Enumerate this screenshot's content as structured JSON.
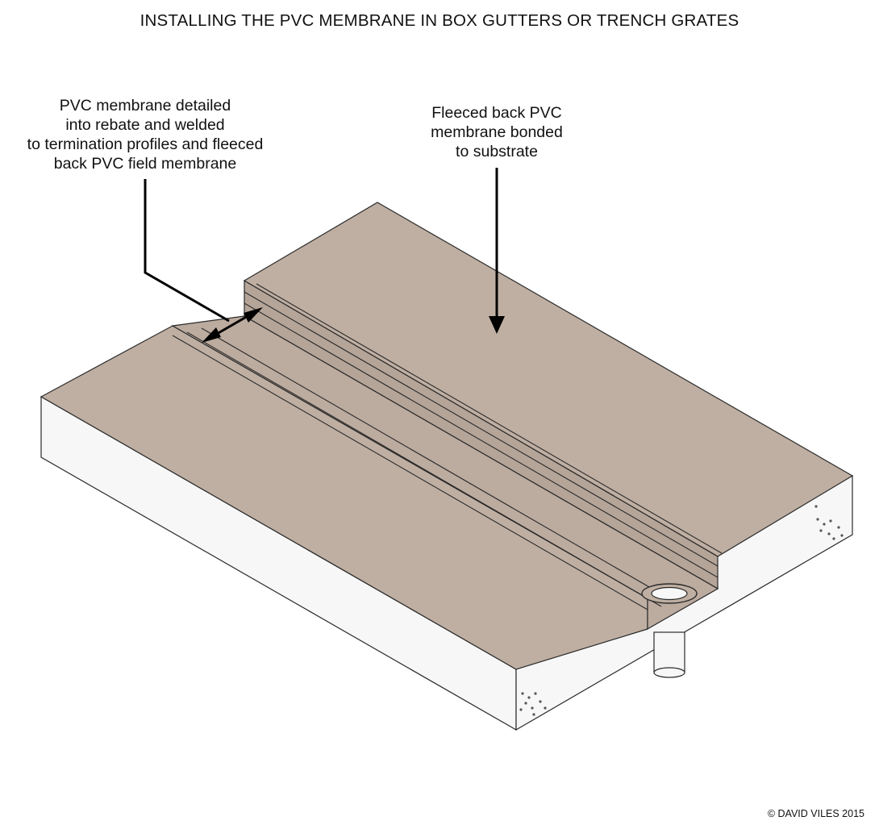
{
  "title": "INSTALLING THE PVC MEMBRANE IN BOX GUTTERS OR TRENCH GRATES",
  "callouts": {
    "left": "PVC membrane detailed\ninto rebate and welded\nto termination profiles and fleeced\nback PVC field membrane",
    "right": "Fleeced back PVC\nmembrane bonded\nto substrate"
  },
  "copyright": "© DAVID VILES 2015",
  "colors": {
    "membrane": "#bfafa2",
    "substrate": "#f7f7f7",
    "line": "#2a2a2a",
    "arrow": "#000000"
  }
}
